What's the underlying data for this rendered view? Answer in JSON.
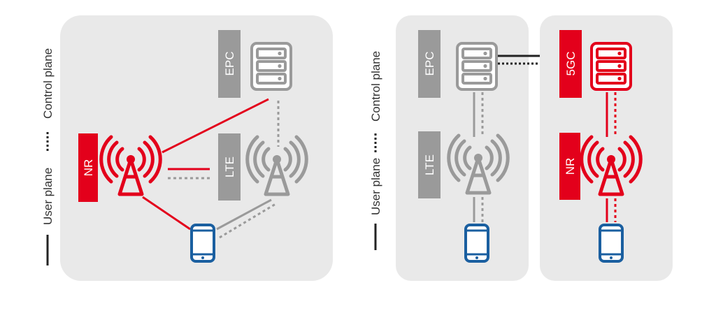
{
  "legend_left": {
    "user_plane": "User plane",
    "control_plane": "Control plane"
  },
  "legend_right": {
    "user_plane": "User plane",
    "control_plane": "Control plane"
  },
  "left_panel": {
    "epc": "EPC",
    "nr": "NR",
    "lte": "LTE"
  },
  "right_panel": {
    "epc": "EPC",
    "lte": "LTE",
    "core_5g": "5GC",
    "nr": "NR"
  },
  "colors": {
    "red": "#e3001b",
    "gray": "#9a9a9a",
    "blue": "#1a5fa0",
    "panel": "#e9e9e9",
    "text": "#333333"
  },
  "icons": [
    "server-icon",
    "antenna-icon",
    "phone-icon"
  ]
}
